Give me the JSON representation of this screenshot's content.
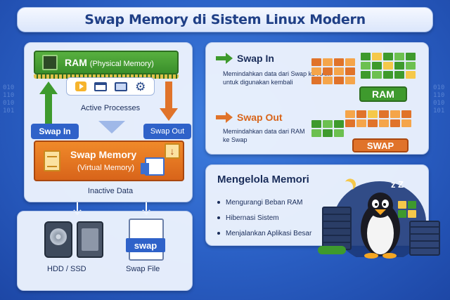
{
  "title": "Swap Memory di Sistem Linux Modern",
  "left_panel": {
    "ram_label": "RAM",
    "ram_sub": "(Physical Memory)",
    "active_label": "Active Processes",
    "swap_in_tag": "Swap In",
    "swap_out_tag": "Swap Out",
    "swap_title": "Swap Memory",
    "swap_sub": "(Virtual Memory)",
    "inactive_label": "Inactive Data",
    "process_icons": [
      "play-icon",
      "window-icon",
      "monitor-icon",
      "gear-icon"
    ]
  },
  "storage": {
    "hdd_label": "HDD / SSD",
    "swap_file_badge": "swap",
    "swap_file_label": "Swap File"
  },
  "swap_in": {
    "heading": "Swap In",
    "description": "Memindahkan data dari Swap ke RAM untuk digunakan kembali",
    "badge": "RAM"
  },
  "swap_out": {
    "heading": "Swap Out",
    "description": "Memindahkan data dari RAM ke Swap",
    "badge": "SWAP"
  },
  "manage": {
    "title": "Mengelola Memori",
    "items": [
      "Mengurangi Beban RAM",
      "Hibernasi Sistem",
      "Menjalankan Aplikasi Besar"
    ]
  },
  "decor": {
    "zzz": "z Z",
    "binary_text": "010\n110\n010\n101"
  },
  "colors": {
    "background": "#2a5fc4",
    "ram_green": "#3e9a2d",
    "swap_orange": "#e0732a",
    "tag_blue": "#2f62c9"
  }
}
